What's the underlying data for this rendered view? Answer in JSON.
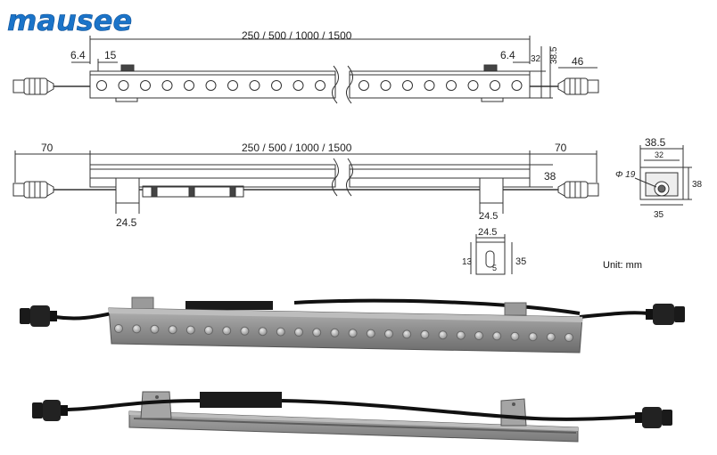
{
  "logo": {
    "text": "mausee",
    "color": "#1b74c9"
  },
  "unit_note": "Unit: mm",
  "top_view": {
    "length": "250 / 500 / 1000 / 1500",
    "end_offset_left": "6.4",
    "led_pitch": "15",
    "end_offset_right": "6.4",
    "width": "32",
    "height": "38.5",
    "connector": "46"
  },
  "side_view": {
    "length": "250 / 500 / 1000 / 1500",
    "cable_left": "70",
    "cable_right": "70",
    "height": "38",
    "bracket_left": "24.5",
    "bracket_right": "24.5"
  },
  "end_view": {
    "width_outer": "38.5",
    "width_inner": "32",
    "height": "38",
    "hole": "Φ 19",
    "base": "35"
  },
  "bracket_detail": {
    "width": "24.5",
    "slot_offset": "13",
    "slot_width": "5",
    "height": "35"
  },
  "colors": {
    "housing": "#8e8e8e",
    "led": "#c9c9c9",
    "cable": "#111111"
  }
}
